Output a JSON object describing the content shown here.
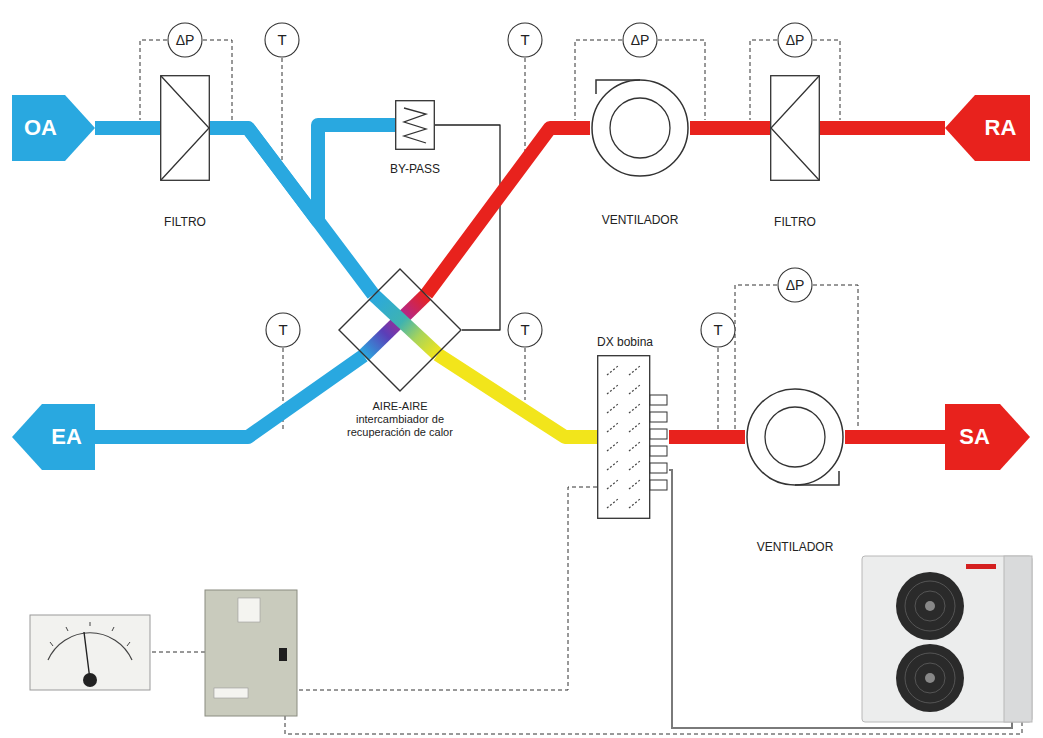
{
  "diagram": {
    "nodes": [
      {
        "text": [
          "OA"
        ]
      },
      {
        "text": [
          "ΔP"
        ]
      },
      {
        "text": [
          "T"
        ]
      },
      {
        "text": [
          "T"
        ]
      },
      {
        "text": [
          "ΔP"
        ]
      },
      {
        "text": [
          "ΔP"
        ]
      },
      {
        "text": [
          "RA"
        ]
      },
      {
        "text": [
          "FILTRO"
        ]
      },
      {
        "text": [
          "BY-PASS"
        ]
      },
      {
        "text": [
          "VENTILADOR"
        ]
      },
      {
        "text": [
          "FILTRO"
        ]
      },
      {
        "text": [
          "T"
        ]
      },
      {
        "text": [
          "T"
        ]
      },
      {
        "text": [
          "ΔP"
        ]
      },
      {
        "text": [
          "T"
        ]
      },
      {
        "text": [
          "AIRE-AIRE intercambiador de recuperación de calor"
        ]
      },
      {
        "text": [
          "DX bobina"
        ]
      },
      {
        "text": [
          "EA"
        ]
      },
      {
        "text": [
          "SA"
        ]
      },
      {
        "text": [
          "VENTILADOR"
        ]
      }
    ],
    "edges": [
      {
        "from": 0,
        "to": 7,
        "arrow": "none"
      },
      {
        "from": 7,
        "to": 15,
        "arrow": "none"
      },
      {
        "from": 7,
        "to": 8,
        "arrow": "none"
      },
      {
        "from": 8,
        "to": 15,
        "arrow": "none"
      },
      {
        "from": 6,
        "to": 10,
        "arrow": "none"
      },
      {
        "from": 10,
        "to": 9,
        "arrow": "none"
      },
      {
        "from": 9,
        "to": 15,
        "arrow": "none"
      },
      {
        "from": 15,
        "to": 17,
        "arrow": "none"
      },
      {
        "from": 15,
        "to": 16,
        "arrow": "none"
      },
      {
        "from": 16,
        "to": 19,
        "arrow": "none"
      },
      {
        "from": 19,
        "to": 18,
        "arrow": "none"
      }
    ]
  }
}
